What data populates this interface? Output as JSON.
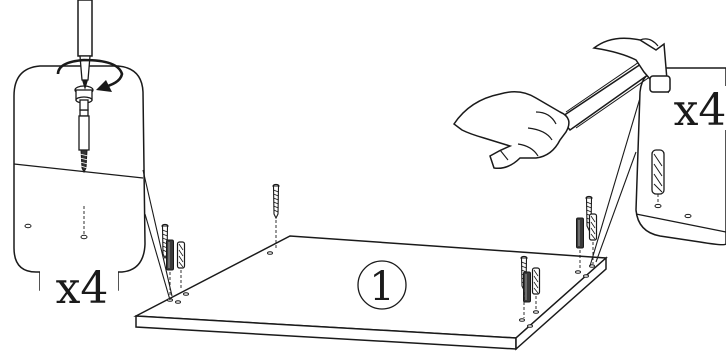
{
  "diagram": {
    "step_number": "1",
    "left_callout": {
      "quantity": "x4"
    },
    "right_callout": {
      "quantity": "x4"
    }
  },
  "colors": {
    "line": "#1a1a1a",
    "fill": "#ffffff",
    "metal": "#3a3a3a"
  }
}
